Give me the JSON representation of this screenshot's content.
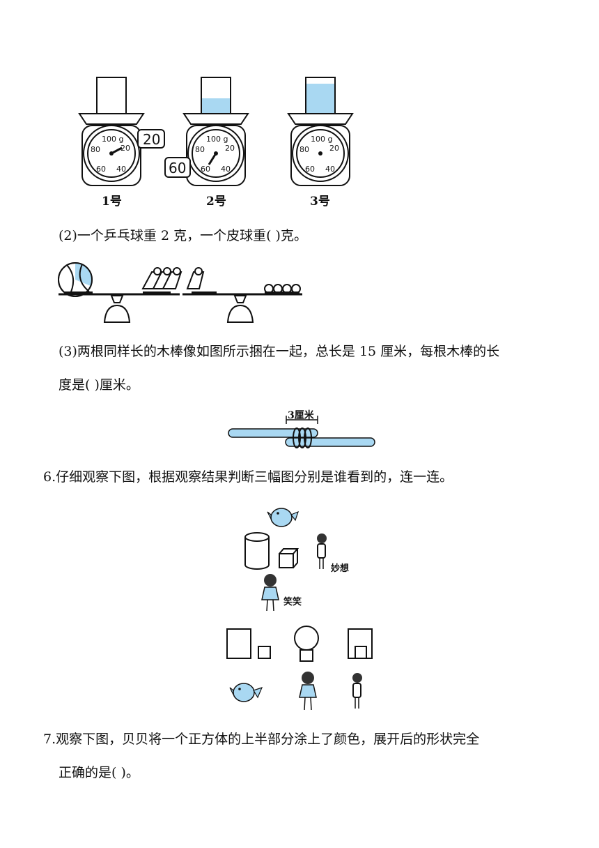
{
  "scales": {
    "labels": [
      "1号",
      "2号",
      "3号"
    ],
    "dial_marks": [
      "100 g",
      "20",
      "40",
      "60",
      "80"
    ],
    "scale1_box": "20",
    "scale2_box": "60"
  },
  "q2": {
    "text": "(2)一个乒乓球重 2  克，一个皮球重(      )克。"
  },
  "q3": {
    "line1": "(3)两根同样长的木棒像如图所示捆在一起，总长是 15 厘米，每根木棒的长",
    "line2": "度是(      )厘米。",
    "overlap_label": "3厘米"
  },
  "q6": {
    "text": "6.仔细观察下图，根据观察结果判断三幅图分别是谁看到的，连一连。",
    "name_miaoxiang": "妙想",
    "name_xiaoxiao": "笑笑"
  },
  "q7": {
    "line1": "7.观察下图，贝贝将一个正方体的上半部分涂上了颜色，展开后的形状完全",
    "line2": "正确的是(      )。"
  }
}
